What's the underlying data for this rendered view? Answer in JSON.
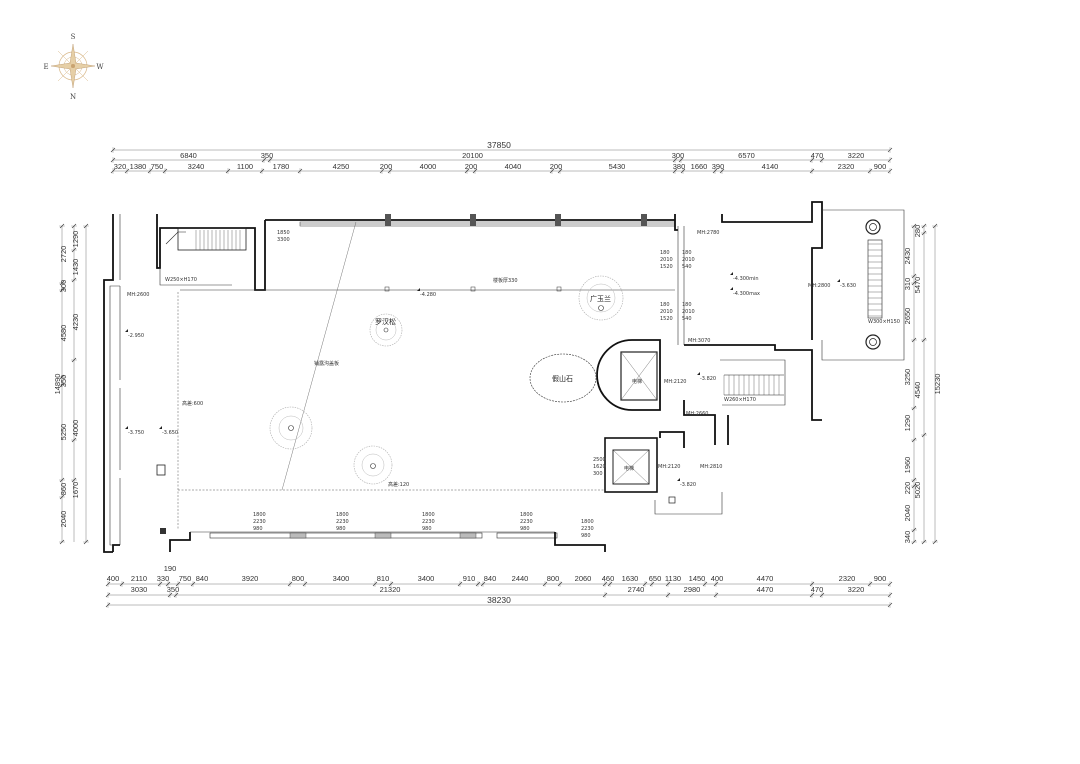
{
  "compass": {
    "top": "S",
    "left": "E",
    "right": "W",
    "bottom": "N"
  },
  "dims_top": {
    "total": "37850",
    "row2": [
      "6840",
      "350",
      "20100",
      "300",
      "6570",
      "470",
      "3220"
    ],
    "row3": [
      "320",
      "1380",
      "750",
      "3240",
      "1100",
      "1780",
      "4250",
      "200",
      "4000",
      "200",
      "4040",
      "200",
      "5430",
      "380",
      "1660",
      "390",
      "4140",
      "2320",
      "900"
    ]
  },
  "dims_bottom": {
    "row1": [
      "400",
      "2110",
      "330",
      "750",
      "840",
      "3920",
      "800",
      "3400",
      "810",
      "3400",
      "910",
      "840",
      "2440",
      "800",
      "2060",
      "460",
      "1630",
      "650",
      "1130",
      "1450",
      "400",
      "4470",
      "2320",
      "900"
    ],
    "row1b": "190",
    "row2": [
      "3030",
      "350",
      "21320",
      "2740",
      "2980",
      "4470",
      "470",
      "3220"
    ],
    "total": "38230"
  },
  "dims_left": {
    "col1": [
      "2720",
      "300",
      "4580",
      "350",
      "5250",
      "860",
      "2040"
    ],
    "col2": [
      "1290",
      "1430",
      "4230",
      "4000",
      "1670"
    ],
    "total": "14890"
  },
  "dims_right": {
    "col1": [
      "2430",
      "310",
      "2650",
      "3250",
      "1290",
      "1960",
      "220",
      "2040",
      "340"
    ],
    "col2": [
      "280",
      "5470",
      "4540",
      "5020"
    ],
    "total": "15230"
  },
  "labels": {
    "stair_spec_1": "W250×H170",
    "stair_spec_2": "W260×H170",
    "stair_spec_3": "W300×H150",
    "door_1850": "1850",
    "door_3300": "3300",
    "mh_2600": "MH:2600",
    "mh_2780": "MH:2780",
    "mh_2800": "MH:2800",
    "mh_3070": "MH:3070",
    "mh_2120": "MH:2120",
    "mh_2660": "MH:2660",
    "mh_2120b": "MH:2120",
    "mh_2810": "MH:2810",
    "lv_m4280": "-4.280",
    "lv_m2950": "-2.950",
    "lv_m3750": "-3.750",
    "lv_m3650": "-3.650",
    "lv_m3630": "-3.630",
    "lv_m3820": "-3.820",
    "lv_m3820b": "-3.820",
    "lv_m4300min": "-4.300min",
    "lv_m4300max": "-4.300max",
    "floor_slab": "楼板厚330",
    "tree_1": "罗汉松",
    "tree_2": "广玉兰",
    "rock": "假山石",
    "slope_note": "高差:600",
    "high_note": "高差:120",
    "grass_note": "铺露沟盖板",
    "elevator": "电梯",
    "win_180_a": "180",
    "win_2010_a": "2010",
    "win_1520_a": "1520",
    "win_180_b": "180",
    "win_2010_b": "2010",
    "win_540_b": "540",
    "win_180_c": "180",
    "win_2010_c": "2010",
    "win_1520_c": "1520",
    "win_180_d": "180",
    "win_2010_d": "2010",
    "win_540_d": "540",
    "door_2500": "2500",
    "door_1620": "1620",
    "door_300": "300",
    "bw1": [
      "1800",
      "2230",
      "980"
    ],
    "bw2": [
      "1800",
      "2230",
      "980"
    ],
    "bw3": [
      "1800",
      "2230",
      "980"
    ],
    "bw4": [
      "1800",
      "2230",
      "980"
    ],
    "bw5": [
      "1800",
      "2230",
      "980"
    ]
  }
}
